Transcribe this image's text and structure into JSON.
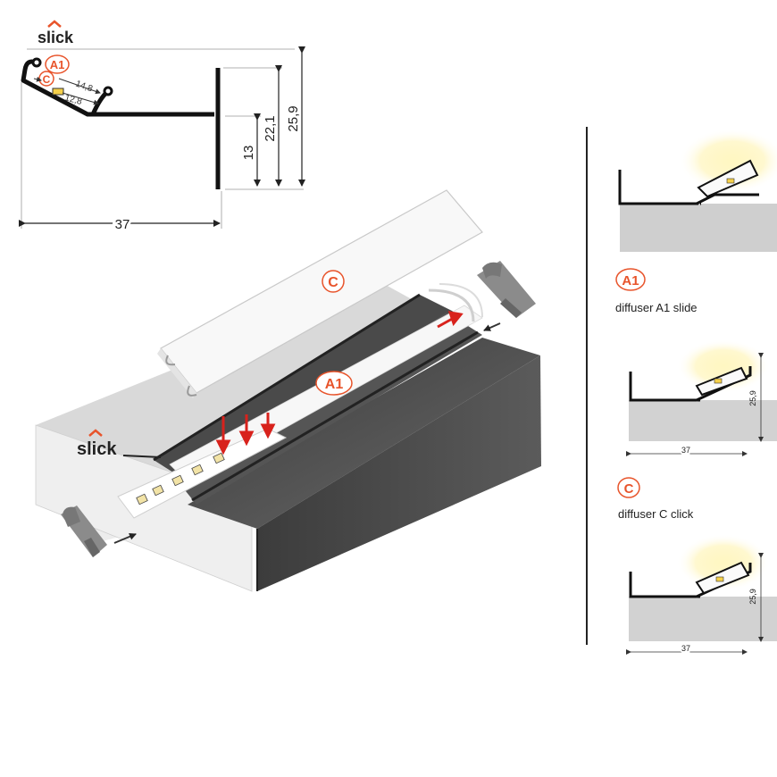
{
  "brand": {
    "logo_text": "slick",
    "callout_text": "slick"
  },
  "colors": {
    "accent": "#e8542b",
    "profile": "#1c1c1c",
    "led": "#f5d04a",
    "arrow_red": "#d8221c"
  },
  "cross_section": {
    "labels": {
      "a1": "A1",
      "c": "C"
    },
    "dims": {
      "d_14_8": "14,8",
      "d_12_8": "12,8",
      "d_13": "13",
      "d_22_1": "22,1",
      "d_25_9": "25,9",
      "d_37": "37"
    }
  },
  "assembly": {
    "label_c": "C",
    "label_a1": "A1"
  },
  "options": {
    "a1": {
      "badge": "A1",
      "caption": "diffuser A1 slide",
      "height": "25,9",
      "width": "37"
    },
    "c": {
      "badge": "C",
      "caption": "diffuser C click",
      "height": "25,9",
      "width": "37"
    }
  }
}
